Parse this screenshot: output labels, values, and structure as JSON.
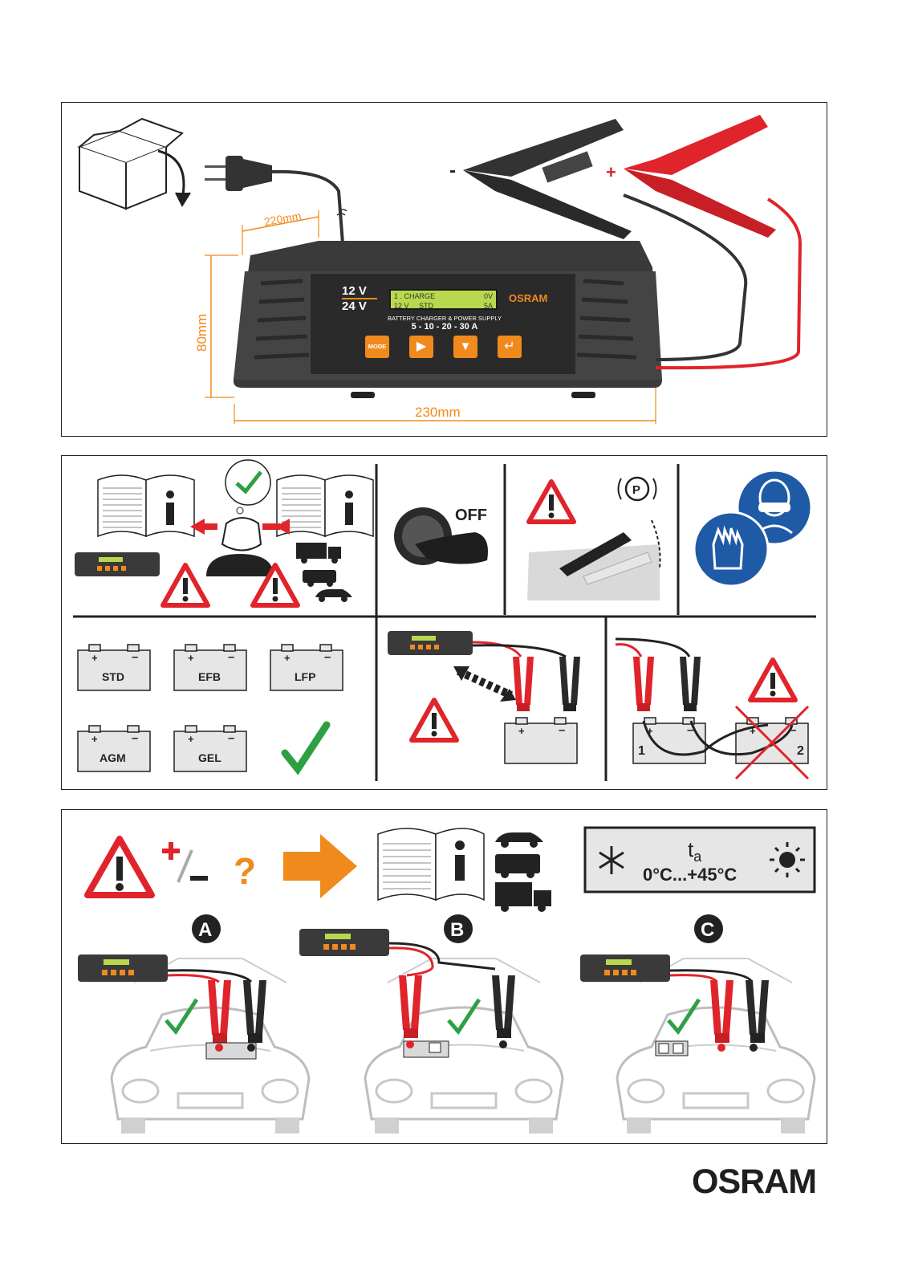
{
  "dimensions": {
    "width_label": "230mm",
    "height_label": "80mm",
    "depth_label": "220mm"
  },
  "charger": {
    "voltage_top": "12 V",
    "voltage_bottom": "24 V",
    "display_line1_left": "1 . CHARGE",
    "display_line1_right": "0V",
    "display_line2_left": "12 V     STD",
    "display_line2_right": "5A",
    "brand": "OSRAM",
    "subtitle": "BATTERY CHARGER & POWER SUPPLY",
    "amps": "5 - 10 - 20 - 30 A",
    "mode_button": "MODE",
    "clamp_minus": "-",
    "clamp_plus": "+"
  },
  "safety": {
    "ignition_label": "OFF",
    "parking_label": "P"
  },
  "battery_types": [
    "STD",
    "EFB",
    "LFP",
    "AGM",
    "GEL"
  ],
  "battery_labels": {
    "one": "1",
    "two": "2"
  },
  "polarity": {
    "question_mark": "?",
    "temp_symbol": "t",
    "temp_sub": "a",
    "temp_range": "0°C...+45°C"
  },
  "scenarios": [
    "A",
    "B",
    "C"
  ],
  "footer_brand": "OSRAM",
  "colors": {
    "accent_orange": "#f08a1c",
    "clamp_red": "#e0242b",
    "warning_red": "#e0242b",
    "safety_blue": "#1f5aa6",
    "check_green": "#2ea043"
  }
}
